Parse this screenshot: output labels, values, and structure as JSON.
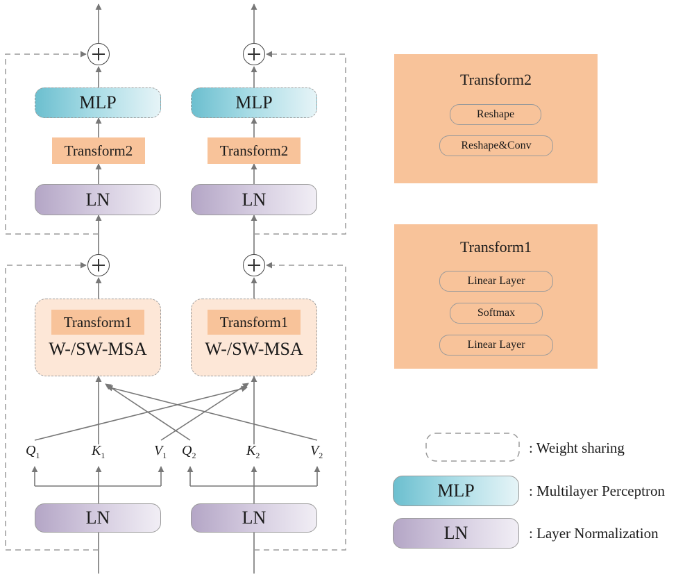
{
  "left_column": {
    "mlp_label": "MLP",
    "transform2_label": "Transform2",
    "ln_top_label": "LN",
    "transform1_label": "Transform1",
    "msa_label": "W-/SW-MSA",
    "ln_bottom_label": "LN"
  },
  "right_column": {
    "mlp_label": "MLP",
    "transform2_label": "Transform2",
    "ln_top_label": "LN",
    "transform1_label": "Transform1",
    "msa_label": "W-/SW-MSA",
    "ln_bottom_label": "LN"
  },
  "inputs": [
    {
      "letter": "Q",
      "sub": "1"
    },
    {
      "letter": "K",
      "sub": "1"
    },
    {
      "letter": "V",
      "sub": "1"
    },
    {
      "letter": "Q",
      "sub": "2"
    },
    {
      "letter": "K",
      "sub": "2"
    },
    {
      "letter": "V",
      "sub": "2"
    }
  ],
  "transform2_panel": {
    "title": "Transform2",
    "steps": [
      "Reshape",
      "Reshape&Conv"
    ]
  },
  "transform1_panel": {
    "title": "Transform1",
    "steps": [
      "Linear Layer",
      "Softmax",
      "Linear Layer"
    ]
  },
  "legend": {
    "weight_sharing": ": Weight sharing",
    "mlp_box_label": "MLP",
    "mlp_text": ": Multilayer Perceptron",
    "ln_box_label": "LN",
    "ln_text": ": Layer Normalization"
  },
  "colors": {
    "transform_fill": "#f8c39a",
    "msa_fill": "#fde7d7",
    "mlp_teal": "#6cbfcf",
    "ln_lavender": "#b4a6c6",
    "line": "#777777",
    "dash": "#9a9a9a"
  }
}
